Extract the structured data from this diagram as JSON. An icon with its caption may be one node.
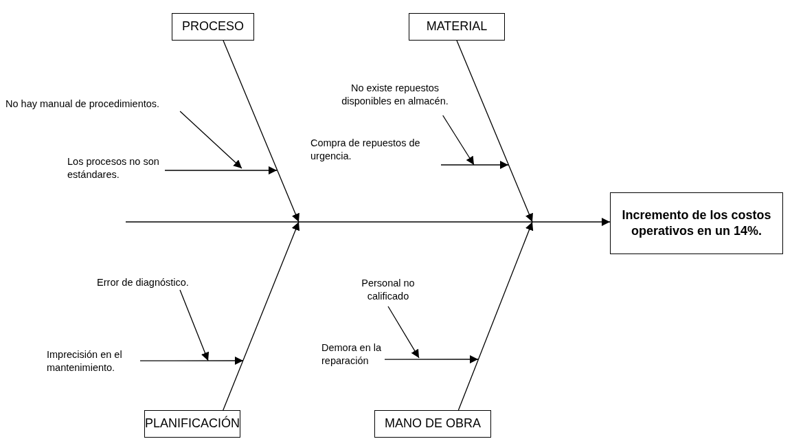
{
  "diagram": {
    "nodes": [
      {
        "text": [
          "PROCESO"
        ]
      },
      {
        "text": [
          "MATERIAL"
        ]
      },
      {
        "text": [
          "Incremento de los costos operativos en un 14%."
        ]
      },
      {
        "text": [
          "PLANIFICACIÓN"
        ]
      },
      {
        "text": [
          "MANO DE OBRA"
        ]
      },
      {
        "text": [
          "No hay manual de procedimientos."
        ]
      },
      {
        "text": [
          "Los procesos  no son estándares."
        ]
      },
      {
        "text": [
          "No existe repuestos disponibles en almacén."
        ]
      },
      {
        "text": [
          "Compra de repuestos de urgencia."
        ]
      },
      {
        "text": [
          "Error de diagnóstico."
        ]
      },
      {
        "text": [
          "Imprecisión en el mantenimiento."
        ]
      },
      {
        "text": [
          "Personal no calificado"
        ]
      },
      {
        "text": [
          "Demora en la reparación"
        ]
      }
    ],
    "edges": [
      {
        "from": 0,
        "to": null,
        "arrow": "to"
      },
      {
        "from": 1,
        "to": null,
        "arrow": "to"
      },
      {
        "from": 3,
        "to": null,
        "arrow": "to"
      },
      {
        "from": 4,
        "to": null,
        "arrow": "to"
      },
      {
        "from": null,
        "to": 2,
        "arrow": "to"
      },
      {
        "from": 5,
        "to": null,
        "arrow": "to"
      },
      {
        "from": 6,
        "to": null,
        "arrow": "to"
      },
      {
        "from": 7,
        "to": null,
        "arrow": "to"
      },
      {
        "from": 8,
        "to": null,
        "arrow": "to"
      },
      {
        "from": 9,
        "to": null,
        "arrow": "to"
      },
      {
        "from": 10,
        "to": null,
        "arrow": "to"
      },
      {
        "from": 11,
        "to": null,
        "arrow": "to"
      },
      {
        "from": 12,
        "to": null,
        "arrow": "to"
      }
    ]
  }
}
